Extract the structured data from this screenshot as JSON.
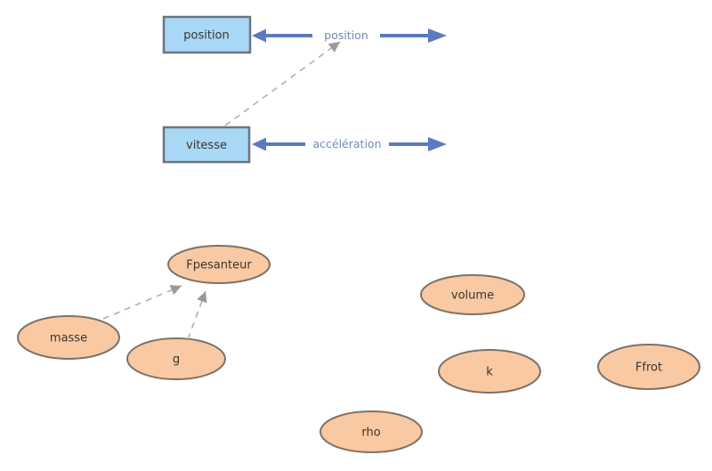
{
  "diagram": {
    "stocks": [
      {
        "label": "position"
      },
      {
        "label": "vitesse"
      }
    ],
    "flows": [
      {
        "label": "position"
      },
      {
        "label": "accélération"
      }
    ],
    "variables": [
      {
        "label": "Fpesanteur"
      },
      {
        "label": "masse"
      },
      {
        "label": "g"
      },
      {
        "label": "volume"
      },
      {
        "label": "k"
      },
      {
        "label": "Ffrot"
      },
      {
        "label": "rho"
      }
    ],
    "links": [
      {
        "from": "vitesse",
        "to": "position (flow)"
      },
      {
        "from": "masse",
        "to": "Fpesanteur"
      },
      {
        "from": "g",
        "to": "Fpesanteur"
      }
    ],
    "colors": {
      "stock_fill": "#a9d8f6",
      "stock_border": "#6b7580",
      "flow_arrow": "#5b7ac2",
      "flow_label": "#7289ba",
      "variable_fill": "#f9c9a3",
      "variable_border": "#7d7166",
      "link_dash": "#b3b0ad",
      "link_arrowhead": "#9a9a9a",
      "text": "#38342f",
      "background": "#ffffff"
    }
  }
}
